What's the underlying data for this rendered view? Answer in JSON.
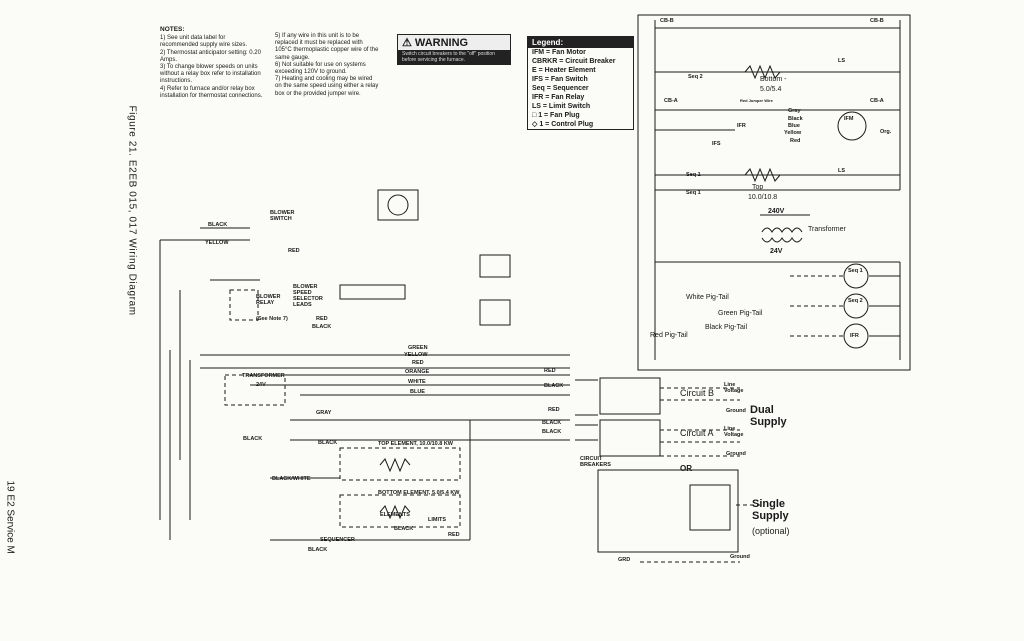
{
  "figure_title": "Figure 21. E2EB 015, 017 Wiring Diagram",
  "page_footer": "19 E2 Service M",
  "notes": {
    "heading": "NOTES:",
    "items": [
      "1) See unit data label for recommended supply wire sizes.",
      "2) Thermostat anticipator setting: 0.20 Amps.",
      "3) To change blower speeds on units without a relay box refer to installation instructions.",
      "4) Refer to furnace and/or relay box installation for thermostat connections.",
      "5) If any wire in this unit is to be replaced it must be replaced with 105°C thermoplastic copper wire of the same gauge.",
      "6) Not suitable for use on systems exceeding 120V to ground.",
      "7) Heating and cooling may be wired on the same speed using either a relay box or the provided jumper wire."
    ]
  },
  "warning": {
    "title": "WARNING",
    "text": "Switch circuit breakers to the \"off\" position before servicing the furnace."
  },
  "legend": {
    "title": "Legend:",
    "rows": [
      "IFM = Fan Motor",
      "CBRKR = Circuit Breaker",
      "E = Heater Element",
      "IFS = Fan Switch",
      "Seq = Sequencer",
      "IFR = Fan Relay",
      "LS = Limit Switch",
      "1 = Fan Plug",
      "1 = Control Plug"
    ]
  },
  "ladder": {
    "cb_b_left": "CB-B",
    "cb_b_right": "CB-B",
    "cb_a_left": "CB-A",
    "cb_a_right": "CB-A",
    "seq2": "Seq 2",
    "bottom_label": "Bottom -",
    "bottom_rating": "5.0/5.4",
    "ls": "LS",
    "red_jumper": "Red Jumper Wire",
    "gray": "Gray",
    "black": "Black",
    "blue": "Blue",
    "yellow": "Yellow",
    "red": "Red",
    "ifm": "IFM",
    "org": "Org.",
    "ifr": "IFR",
    "ifs": "IFS",
    "seq1a": "Seq 1",
    "seq1b": "Seq 1",
    "top_label": "Top",
    "top_rating": "10.0/10.8",
    "v240": "240V",
    "v24": "24V",
    "transformer": "Transformer",
    "seq1_coil": "Seq 1",
    "seq2_coil": "Seq 2",
    "ifr_coil": "IFR",
    "white_pigtail": "White Pig-Tail",
    "green_pigtail": "Green Pig-Tail",
    "black_pigtail": "Black Pig-Tail",
    "red_pigtail": "Red Pig-Tail"
  },
  "wiring": {
    "black": "BLACK",
    "blower_switch": "BLOWER SWITCH",
    "yellow": "YELLOW",
    "red": "RED",
    "blower_relay": "BLOWER RELAY",
    "blower_speed": "BLOWER SPEED SELECTOR LEADS",
    "see_note": "(See Note 7)",
    "orange": "ORANGE",
    "blue": "BLUE",
    "white": "WHITE",
    "green": "GREEN",
    "gray": "GRAY",
    "transformer": "TRANSFORMER",
    "v24": "24V",
    "black_white": "BLACK/WHITE",
    "top_element": "TOP ELEMENT, 10.0/10.8 KW",
    "bottom_element": "BOTTOM ELEMENT, 5.0/5.4 KW",
    "elements": "ELEMENTS",
    "limits": "LIMITS",
    "sequencer": "SEQUENCER",
    "circuit_breakers": "CIRCUIT BREAKERS"
  },
  "supply": {
    "circuit_b": "Circuit B",
    "circuit_a": "Circuit A",
    "line_voltage_1": "Line Voltage",
    "line_voltage_2": "Line Voltage",
    "ground_1": "Ground",
    "ground_2": "Ground",
    "ground_3": "Ground",
    "grd": "GRD",
    "dual_supply": "Dual Supply",
    "or": "OR",
    "single_supply": "Single Supply",
    "optional": "(optional)"
  }
}
